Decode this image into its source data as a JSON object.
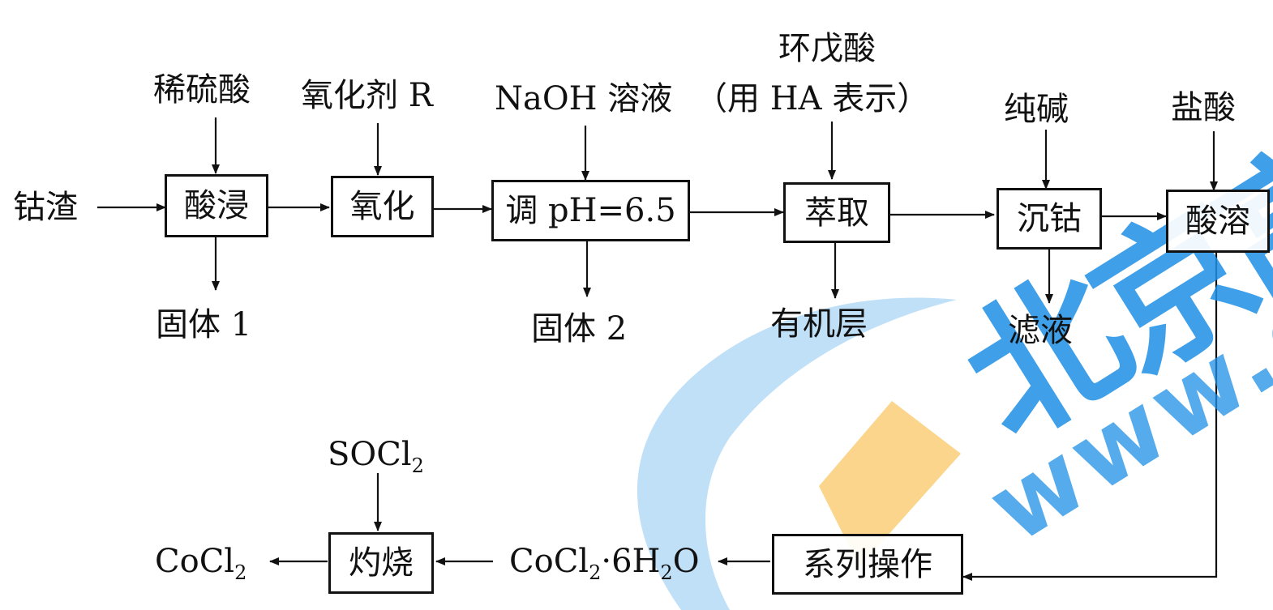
{
  "watermark": {
    "chars": [
      "北",
      "京",
      "高"
    ],
    "url_text": "www.g",
    "colors": {
      "blue": "#1e8fe6",
      "orange": "#f7b22e"
    }
  },
  "row1": {
    "start": "钴渣",
    "reagents": {
      "acid": "稀硫酸",
      "oxidant": "氧化剂 R",
      "naoh": "NaOH 溶液",
      "cyclopentanoic": "环戊酸",
      "cyclopentanoic_note": "（用 HA 表示）",
      "soda": "纯碱",
      "hcl": "盐酸"
    },
    "steps": {
      "leach": "酸浸",
      "oxidize": "氧化",
      "adjust_ph": "调 pH=6.5",
      "extract": "萃取",
      "precipitate": "沉钴",
      "dissolve": "酸溶"
    },
    "byproducts": {
      "solid1": "固体 1",
      "solid2": "固体 2",
      "organic": "有机层",
      "filtrate": "滤液"
    }
  },
  "row2": {
    "socl2": {
      "main": "SOCl",
      "sub": "2"
    },
    "steps": {
      "series": "系列操作",
      "roast": "灼烧"
    },
    "hydrate": {
      "a": "CoCl",
      "a_sub": "2",
      "b": "·6H",
      "b_sub": "2",
      "c": "O"
    },
    "product": {
      "main": "CoCl",
      "sub": "2"
    }
  }
}
